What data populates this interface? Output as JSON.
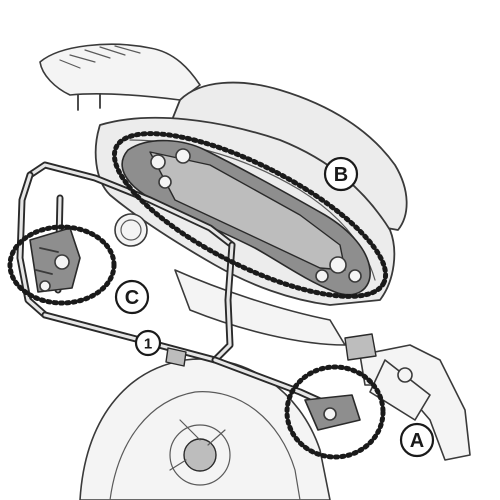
{
  "labels": {
    "part_1": "1",
    "callout_a": "A",
    "callout_b": "B",
    "callout_c": "C"
  },
  "colors": {
    "line": "#1a1a1a",
    "body": "#ececec",
    "plate": "#8e8e8e"
  }
}
